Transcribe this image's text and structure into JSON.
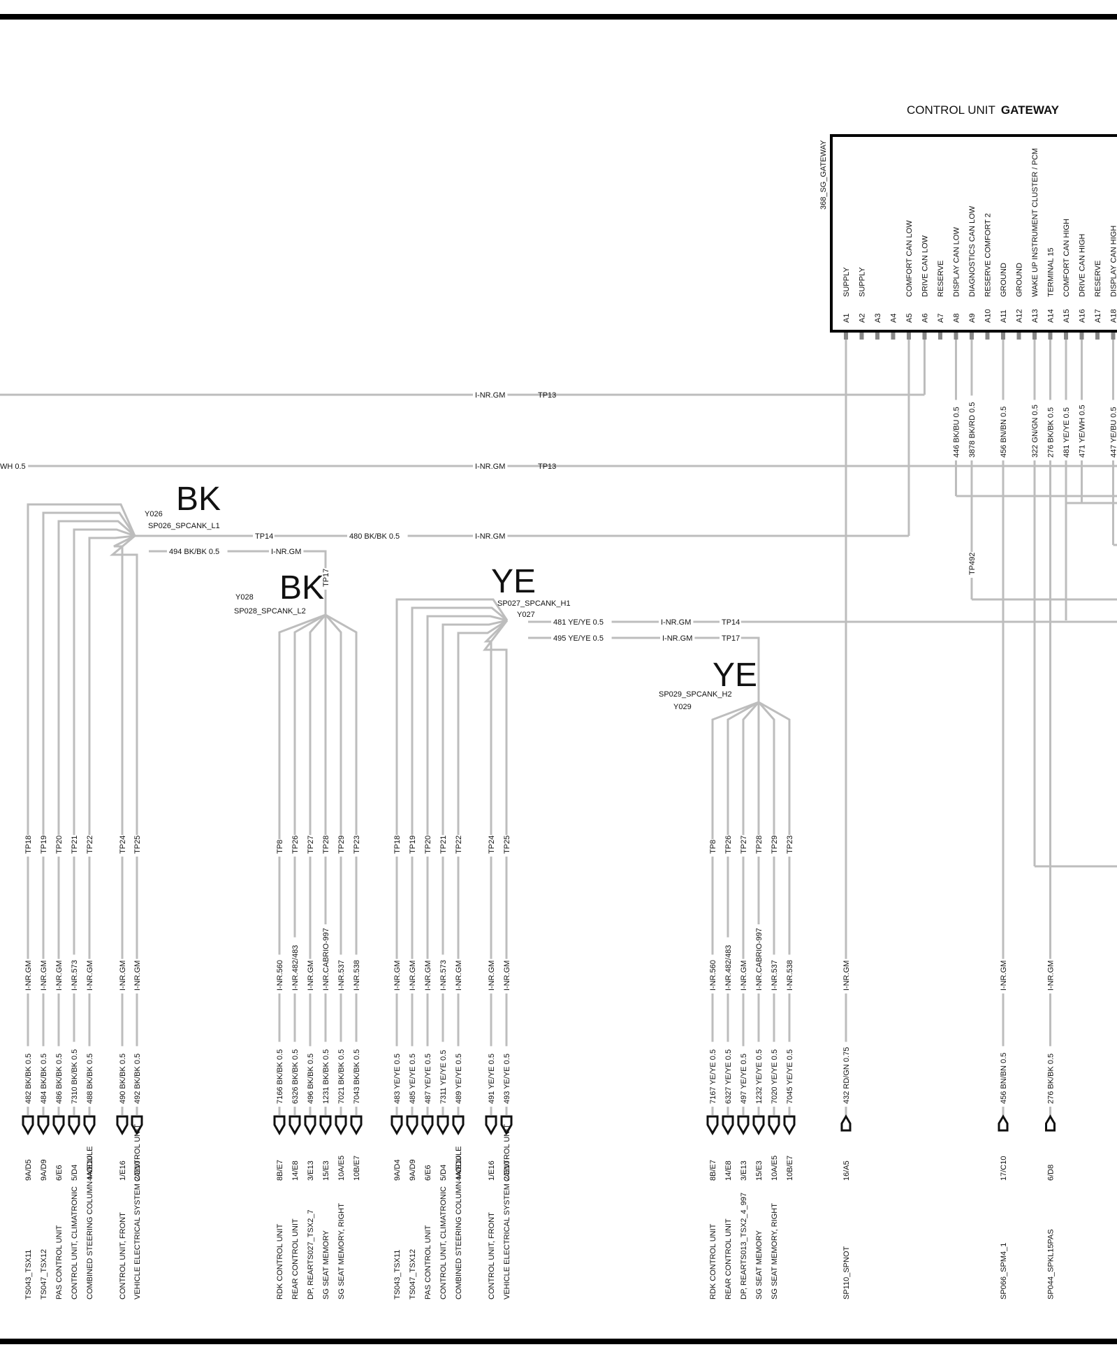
{
  "unit": {
    "prefix": "CONTROL UNIT",
    "name": "GATEWAY",
    "id": "368_SG_GATEWAY"
  },
  "pins": [
    {
      "pin": "A1",
      "label": "SUPPLY"
    },
    {
      "pin": "A2",
      "label": "SUPPLY"
    },
    {
      "pin": "A3",
      "label": ""
    },
    {
      "pin": "A4",
      "label": ""
    },
    {
      "pin": "A5",
      "label": "COMFORT CAN LOW"
    },
    {
      "pin": "A6",
      "label": "DRIVE CAN LOW"
    },
    {
      "pin": "A7",
      "label": "RESERVE"
    },
    {
      "pin": "A8",
      "label": "DISPLAY CAN LOW"
    },
    {
      "pin": "A9",
      "label": "DIAGNOSTICS CAN LOW"
    },
    {
      "pin": "A10",
      "label": "RESERVE COMFORT 2"
    },
    {
      "pin": "A11",
      "label": "GROUND"
    },
    {
      "pin": "A12",
      "label": "GROUND"
    },
    {
      "pin": "A13",
      "label": "WAKE UP INSTRUMENT CLUSTER / PCM"
    },
    {
      "pin": "A14",
      "label": "TERMINAL 15"
    },
    {
      "pin": "A15",
      "label": "COMFORT CAN HIGH"
    },
    {
      "pin": "A16",
      "label": "DRIVE CAN HIGH"
    },
    {
      "pin": "A17",
      "label": "RESERVE"
    },
    {
      "pin": "A18",
      "label": "DISPLAY CAN HIGH"
    }
  ],
  "pin_wires": [
    {
      "label": "446 BK/BU 0.5"
    },
    {
      "label": "3878 BK/RD 0.5"
    },
    {
      "label": "456 BN/BN 0.5"
    },
    {
      "label": "322 GN/GN 0.5"
    },
    {
      "label": "276 BK/BK 0.5"
    },
    {
      "label": "481 YE/YE 0.5"
    },
    {
      "label": "471 YE/WH 0.5"
    },
    {
      "label": "447 YE/BU 0.5"
    }
  ],
  "horizontal": [
    {
      "y": "I-NR.GM",
      "tp": "TP13"
    },
    {
      "y": "I-NR.GM",
      "tp": "TP13",
      "left": "WH 0.5"
    }
  ],
  "tp492": "TP492",
  "splices": [
    {
      "color": "BK",
      "id": "Y026",
      "name": "SP026_SPCANK_L1"
    },
    {
      "color": "BK",
      "id": "Y028",
      "name": "SP028_SPCANK_L2"
    },
    {
      "color": "YE",
      "id": "Y027",
      "name": "SP027_SPCANK_H1"
    },
    {
      "color": "YE",
      "id": "Y029",
      "name": "SP029_SPCANK_H2"
    }
  ],
  "links": {
    "l1": {
      "tp": "TP14",
      "wire": "480 BK/BK 0.5",
      "code": "I-NR.GM"
    },
    "l1b": {
      "wire": "494 BK/BK 0.5",
      "code": "I-NR.GM",
      "tp": "TP17"
    },
    "h1": {
      "wire": "481 YE/YE 0.5",
      "code": "I-NR.GM",
      "tp": "TP14"
    },
    "h1b": {
      "wire": "495 YE/YE 0.5",
      "code": "I-NR.GM",
      "tp": "TP17"
    }
  },
  "groups": [
    {
      "tps": [
        "TP18",
        "TP19",
        "TP20",
        "TP21",
        "TP22",
        "TP24",
        "TP25"
      ],
      "codes": [
        "I-NR.GM",
        "I-NR.GM",
        "I-NR.GM",
        "I-NR.573",
        "I-NR.GM",
        "I-NR.GM",
        "I-NR.GM"
      ],
      "wires": [
        "482 BK/BK 0.5",
        "484 BK/BK 0.5",
        "486 BK/BK 0.5",
        "7310 BK/BK 0.5",
        "488 BK/BK 0.5",
        "490 BK/BK 0.5",
        "492 BK/BK 0.5"
      ],
      "refs": [
        "9A/D5",
        "9A/D9",
        "6/E6",
        "5/D4",
        "4A/E10",
        "1/E16",
        "2/E10"
      ],
      "dests": [
        "TS043_TSX11",
        "TS047_TSX12",
        "PAS CONTROL UNIT",
        "CONTROL UNIT, CLIMATRONIC",
        "COMBINED STEERING COLUMN MODULE",
        "CONTROL UNIT, FRONT",
        "VEHICLE ELECTRICAL SYSTEM CONTROL UNIT"
      ]
    },
    {
      "tps": [
        "TP8",
        "TP26",
        "TP27",
        "TP28",
        "TP29",
        "TP23"
      ],
      "codes": [
        "I-NR.560",
        "I-NR.482/483",
        "I-NR.GM",
        "I-NR.CABRIO-997",
        "I-NR.537",
        "I-NR.538"
      ],
      "wires": [
        "7166 BK/BK 0.5",
        "6326 BK/BK 0.5",
        "496 BK/BK 0.5",
        "1231 BK/BK 0.5",
        "7021 BK/BK 0.5",
        "7043 BK/BK 0.5"
      ],
      "refs": [
        "8B/E7",
        "14/E8",
        "3/E13",
        "15/E3",
        "10A/E5",
        "10B/E7"
      ],
      "dests": [
        "RDK CONTROL UNIT",
        "REAR CONTROL UNIT",
        "DP, REARTS027_TSX2_7",
        "SG SEAT MEMORY",
        "SG SEAT MEMORY, RIGHT"
      ]
    },
    {
      "tps": [
        "TP18",
        "TP19",
        "TP20",
        "TP21",
        "TP22",
        "TP24",
        "TP25"
      ],
      "codes": [
        "I-NR.GM",
        "I-NR.GM",
        "I-NR.GM",
        "I-NR.573",
        "I-NR.GM",
        "I-NR.GM",
        "I-NR.GM"
      ],
      "wires": [
        "483 YE/YE 0.5",
        "485 YE/YE 0.5",
        "487 YE/YE 0.5",
        "7311 YE/YE 0.5",
        "489 YE/YE 0.5",
        "491 YE/YE 0.5",
        "493 YE/YE 0.5"
      ],
      "refs": [
        "9A/D4",
        "9A/D9",
        "6/E6",
        "5/D4",
        "4A/E10",
        "1/E16",
        "2/E10"
      ],
      "dests": [
        "TS043_TSX11",
        "TS047_TSX12",
        "PAS CONTROL UNIT",
        "CONTROL UNIT, CLIMATRONIC",
        "COMBINED STEERING COLUMN MODULE",
        "CONTROL UNIT, FRONT",
        "VEHICLE ELECTRICAL SYSTEM CONTROL UNIT"
      ]
    },
    {
      "tps": [
        "TP8",
        "TP26",
        "TP27",
        "TP28",
        "TP29",
        "TP23"
      ],
      "codes": [
        "I-NR.560",
        "I-NR.482/483",
        "I-NR.GM",
        "I-NR.CABRIO-997",
        "I-NR.537",
        "I-NR.538"
      ],
      "wires": [
        "7167 YE/YE 0.5",
        "6327 YE/YE 0.5",
        "497 YE/YE 0.5",
        "1232 YE/YE 0.5",
        "7020 YE/YE 0.5",
        "7045 YE/YE 0.5"
      ],
      "refs": [
        "8B/E7",
        "14/E8",
        "3/E13",
        "15/E3",
        "10A/E5",
        "10B/E7"
      ],
      "dests": [
        "RDK CONTROL UNIT",
        "REAR CONTROL UNIT",
        "DP, REARTS013_TSX2_4_997",
        "SG SEAT MEMORY",
        "SG SEAT MEMORY, RIGHT"
      ]
    }
  ],
  "singles": [
    {
      "code": "I-NR.GM",
      "wire": "432 RD/GN 0.75",
      "ref": "16/A5",
      "dest": "SP110_SPNOT"
    },
    {
      "code": "I-NR.GM",
      "wire": "456 BN/BN 0.5",
      "ref": "17/C10",
      "dest": "SP066_SPM4_1"
    },
    {
      "code": "I-NR.GM",
      "wire": "276 BK/BK 0.5",
      "ref": "6/D8",
      "dest": "SP044_SPKL15PAS"
    }
  ]
}
